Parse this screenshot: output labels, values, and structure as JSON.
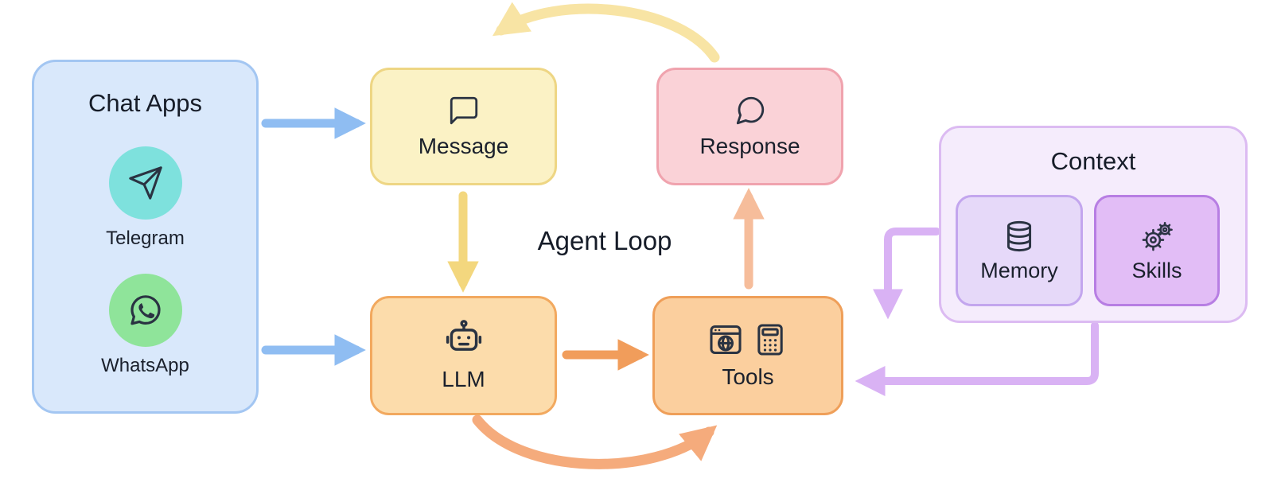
{
  "diagram": {
    "title": "Agent Loop",
    "nodes": {
      "chat_apps": {
        "title": "Chat Apps",
        "items": [
          {
            "label": "Telegram",
            "icon": "telegram-icon"
          },
          {
            "label": "WhatsApp",
            "icon": "whatsapp-icon"
          }
        ]
      },
      "message": {
        "label": "Message",
        "icon": "message-bubble-icon"
      },
      "response": {
        "label": "Response",
        "icon": "response-bubble-icon"
      },
      "llm": {
        "label": "LLM",
        "icon": "robot-icon"
      },
      "tools": {
        "label": "Tools",
        "icons": [
          "browser-globe-icon",
          "calculator-icon"
        ]
      },
      "context": {
        "title": "Context",
        "children": [
          {
            "label": "Memory",
            "icon": "database-icon"
          },
          {
            "label": "Skills",
            "icon": "gears-icon"
          }
        ]
      }
    },
    "edges": [
      {
        "name": "chat-apps-to-message",
        "color": "arrow_blue"
      },
      {
        "name": "chat-apps-to-llm",
        "color": "arrow_blue"
      },
      {
        "name": "message-to-llm",
        "color": "arrow_yellow"
      },
      {
        "name": "llm-to-tools",
        "color": "arrow_orange"
      },
      {
        "name": "tools-to-response",
        "color": "arrow_salmon"
      },
      {
        "name": "response-to-message-curve",
        "color": "arrow_yellow_light"
      },
      {
        "name": "llm-to-tools-curve",
        "color": "arrow_orange_light"
      },
      {
        "name": "context-to-tools-top",
        "color": "arrow_purple"
      },
      {
        "name": "context-to-tools-side",
        "color": "arrow_purple"
      }
    ],
    "colors": {
      "chat_apps_fill": "#d9e8fb",
      "chat_apps_border": "#a3c6f2",
      "message_fill": "#fbf2c5",
      "message_border": "#eed684",
      "response_fill": "#fad2d7",
      "response_border": "#f0a3ae",
      "llm_fill": "#fcdcab",
      "llm_border": "#f2a95f",
      "tools_fill": "#fbcf9e",
      "tools_border": "#ef9f59",
      "context_fill": "#f5ecfc",
      "context_border": "#dcbbf2",
      "memory_fill": "#e6d9f9",
      "memory_border": "#c3a6ee",
      "skills_fill": "#e2bdf6",
      "skills_border": "#b77ee3",
      "telegram_bg": "#7ee1dd",
      "whatsapp_bg": "#8fe49a",
      "arrow_blue": "#8fbdf2",
      "arrow_yellow": "#f3d77e",
      "arrow_yellow_light": "#f8e4a4",
      "arrow_orange": "#f19d5b",
      "arrow_salmon": "#f6bd9b",
      "arrow_orange_light": "#f5ab7c",
      "arrow_purple": "#d9b2f4"
    }
  }
}
